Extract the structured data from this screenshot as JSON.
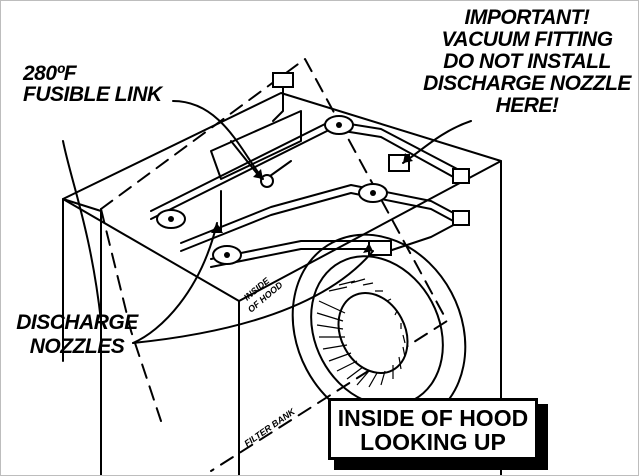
{
  "labels": {
    "fusible_link": [
      "280ºF",
      "FUSIBLE LINK"
    ],
    "important": [
      "IMPORTANT!",
      "VACUUM FITTING",
      "DO NOT INSTALL",
      "DISCHARGE NOZZLE",
      "HERE!"
    ],
    "discharge_nozzles": [
      "DISCHARGE",
      "NOZZLES"
    ],
    "inside_hood": [
      "INSIDE OF HOOD",
      "LOOKING UP"
    ],
    "plenum_text": [
      "INSIDE",
      "OF HOOD"
    ],
    "filter_bank": "FILTER BANK"
  }
}
